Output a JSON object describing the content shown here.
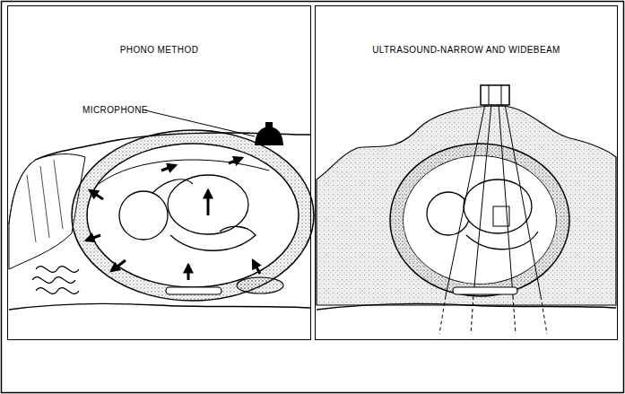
{
  "diagram": {
    "nodes": [
      {
        "text": [
          "PHONO METHOD"
        ]
      },
      {
        "text": [
          "ULTRASOUND-NARROW AND WIDEBEAM"
        ]
      }
    ],
    "labels": [
      "MICROPHONE"
    ]
  }
}
